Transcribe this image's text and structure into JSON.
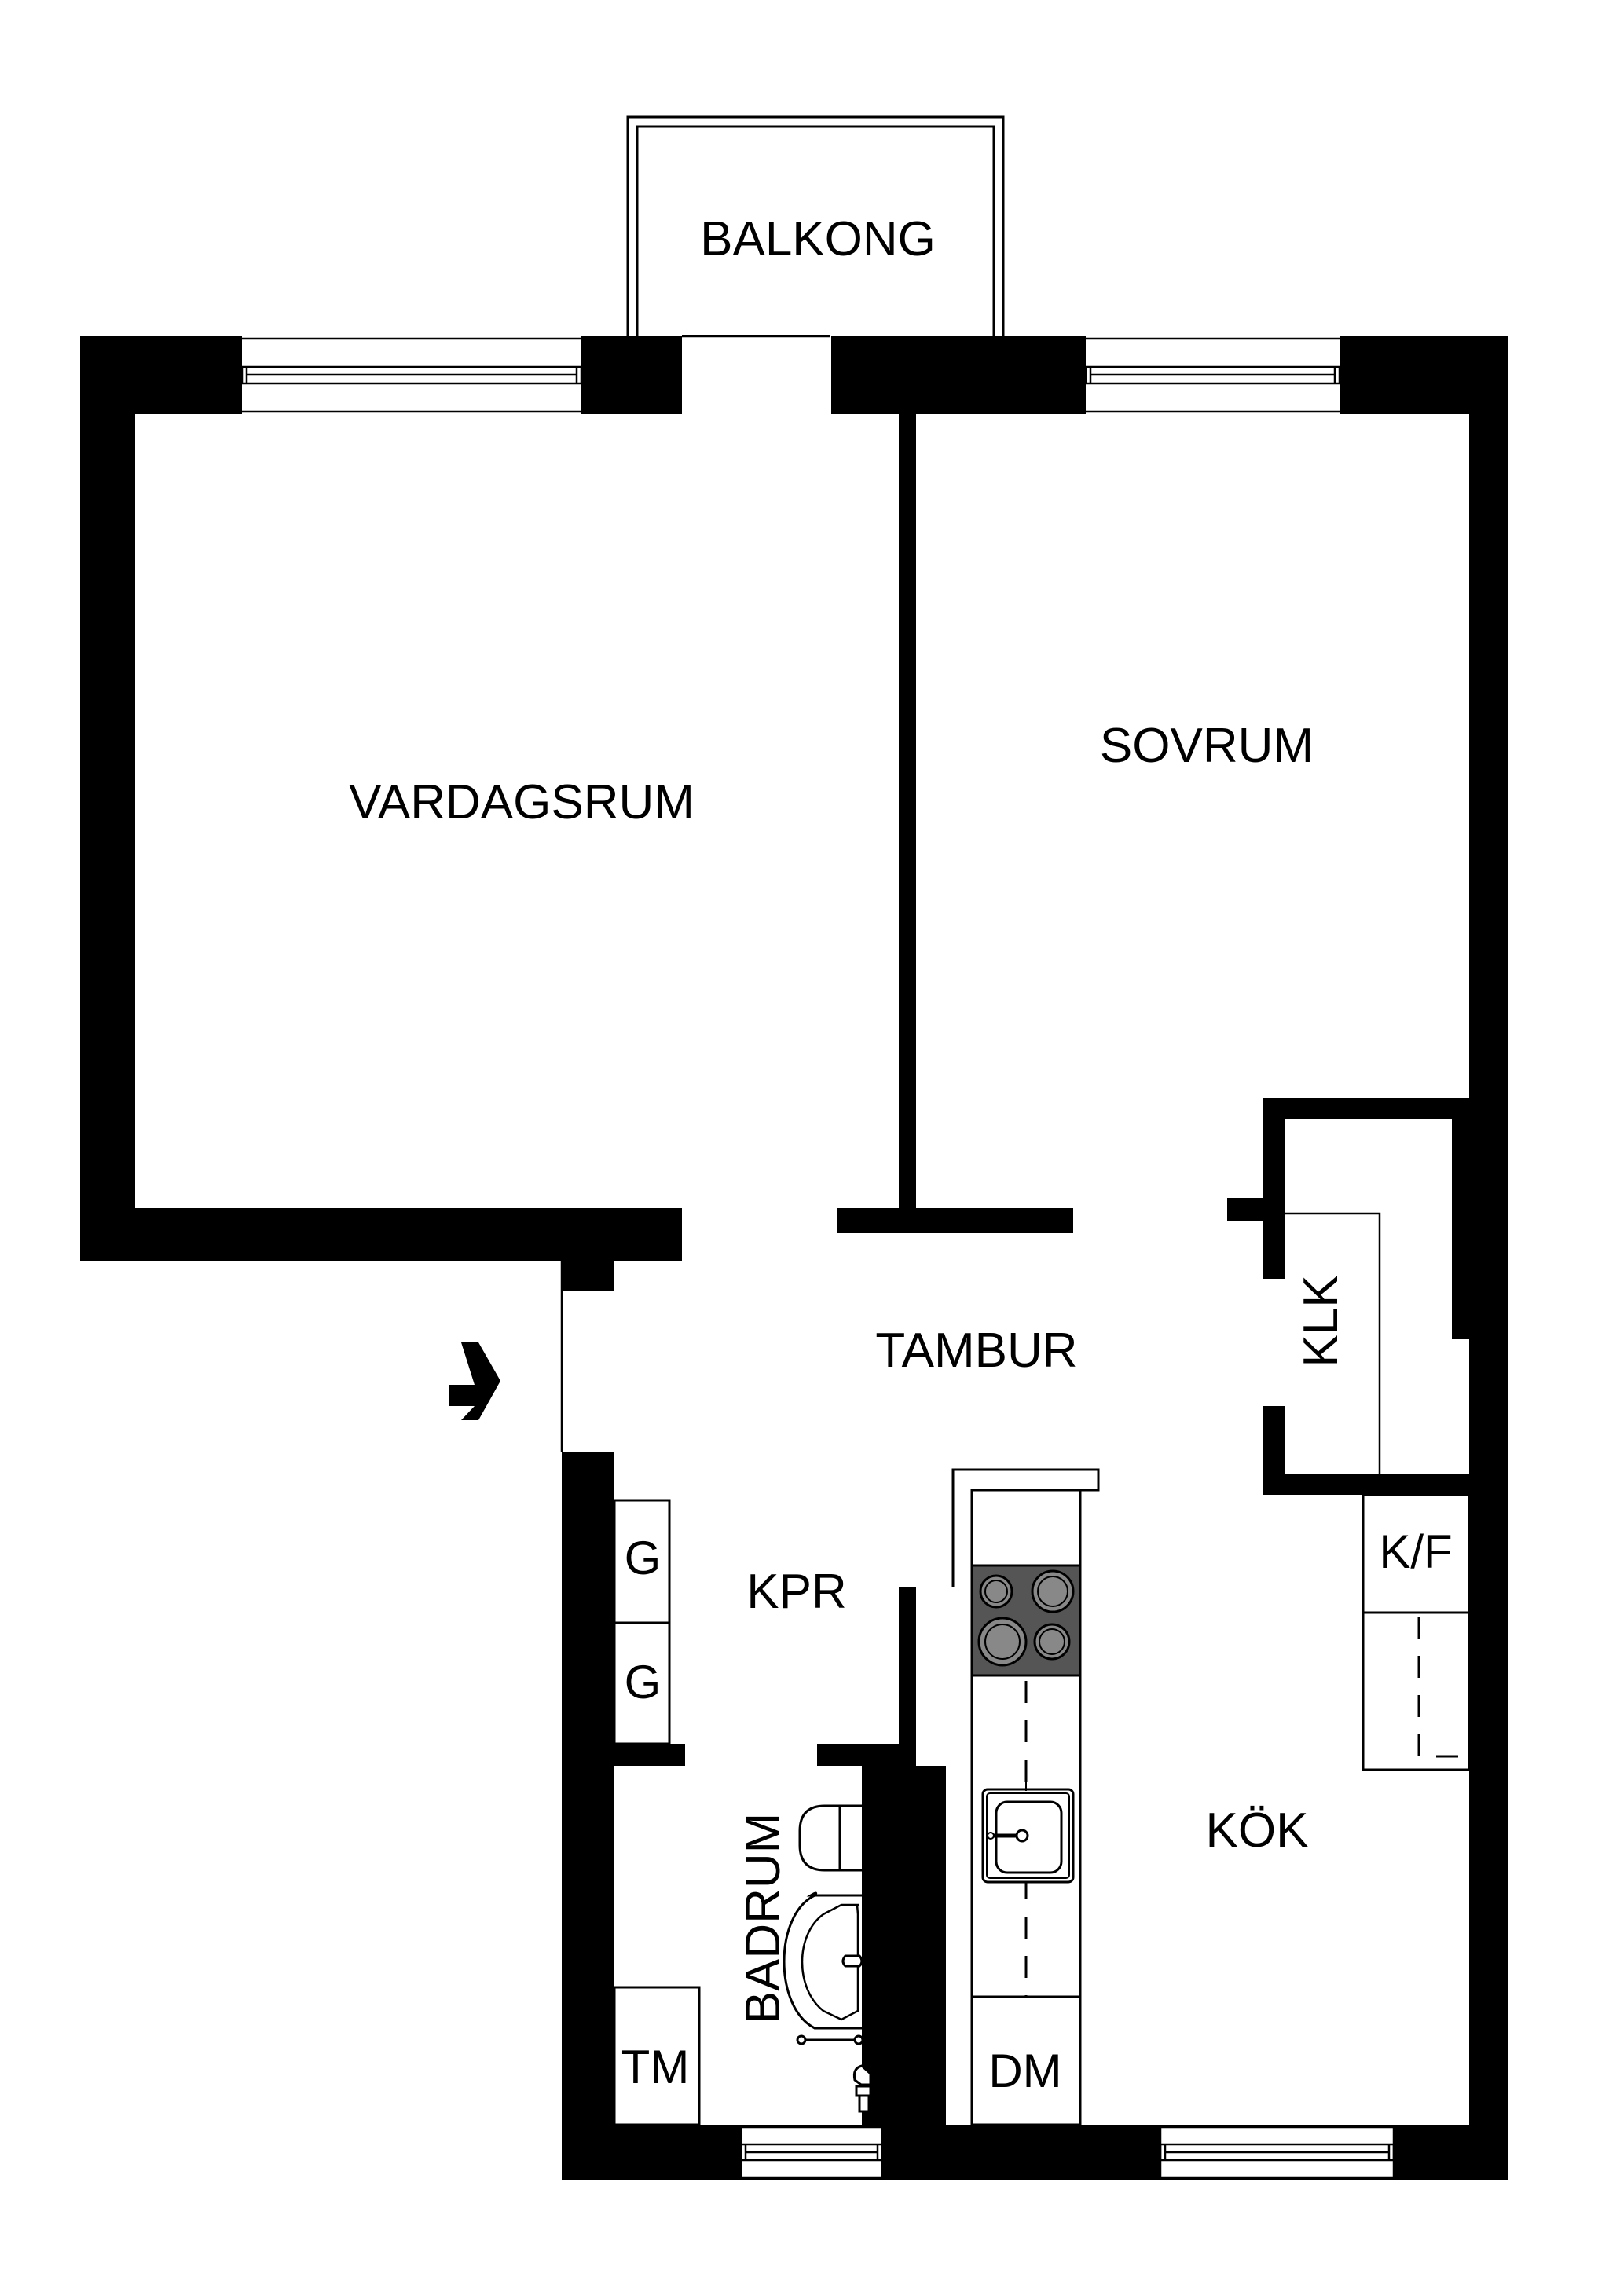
{
  "floor_plan": {
    "colors": {
      "wall": "#000000",
      "background": "#ffffff",
      "stove_top": "#555555",
      "burner": "#888888"
    },
    "rooms": [
      {
        "id": "balkong",
        "label": "BALKONG"
      },
      {
        "id": "vardagsrum",
        "label": "VARDAGSRUM"
      },
      {
        "id": "sovrum",
        "label": "SOVRUM"
      },
      {
        "id": "tambur",
        "label": "TAMBUR"
      },
      {
        "id": "klk",
        "label": "KLK"
      },
      {
        "id": "kpr",
        "label": "KPR"
      },
      {
        "id": "kok",
        "label": "KÖK"
      },
      {
        "id": "badrum",
        "label": "BADRUM"
      }
    ],
    "fixtures": [
      {
        "id": "g1",
        "label": "G"
      },
      {
        "id": "g2",
        "label": "G"
      },
      {
        "id": "kf",
        "label": "K/F"
      },
      {
        "id": "tm",
        "label": "TM"
      },
      {
        "id": "dm",
        "label": "DM"
      }
    ],
    "symbols": {
      "entrance": "arrow-right-icon",
      "stove": "stove-icon",
      "kitchen_sink": "sink-icon",
      "toilet": "toilet-icon",
      "washbasin": "washbasin-icon",
      "shower": "shower-icon",
      "window": "window-icon"
    }
  }
}
